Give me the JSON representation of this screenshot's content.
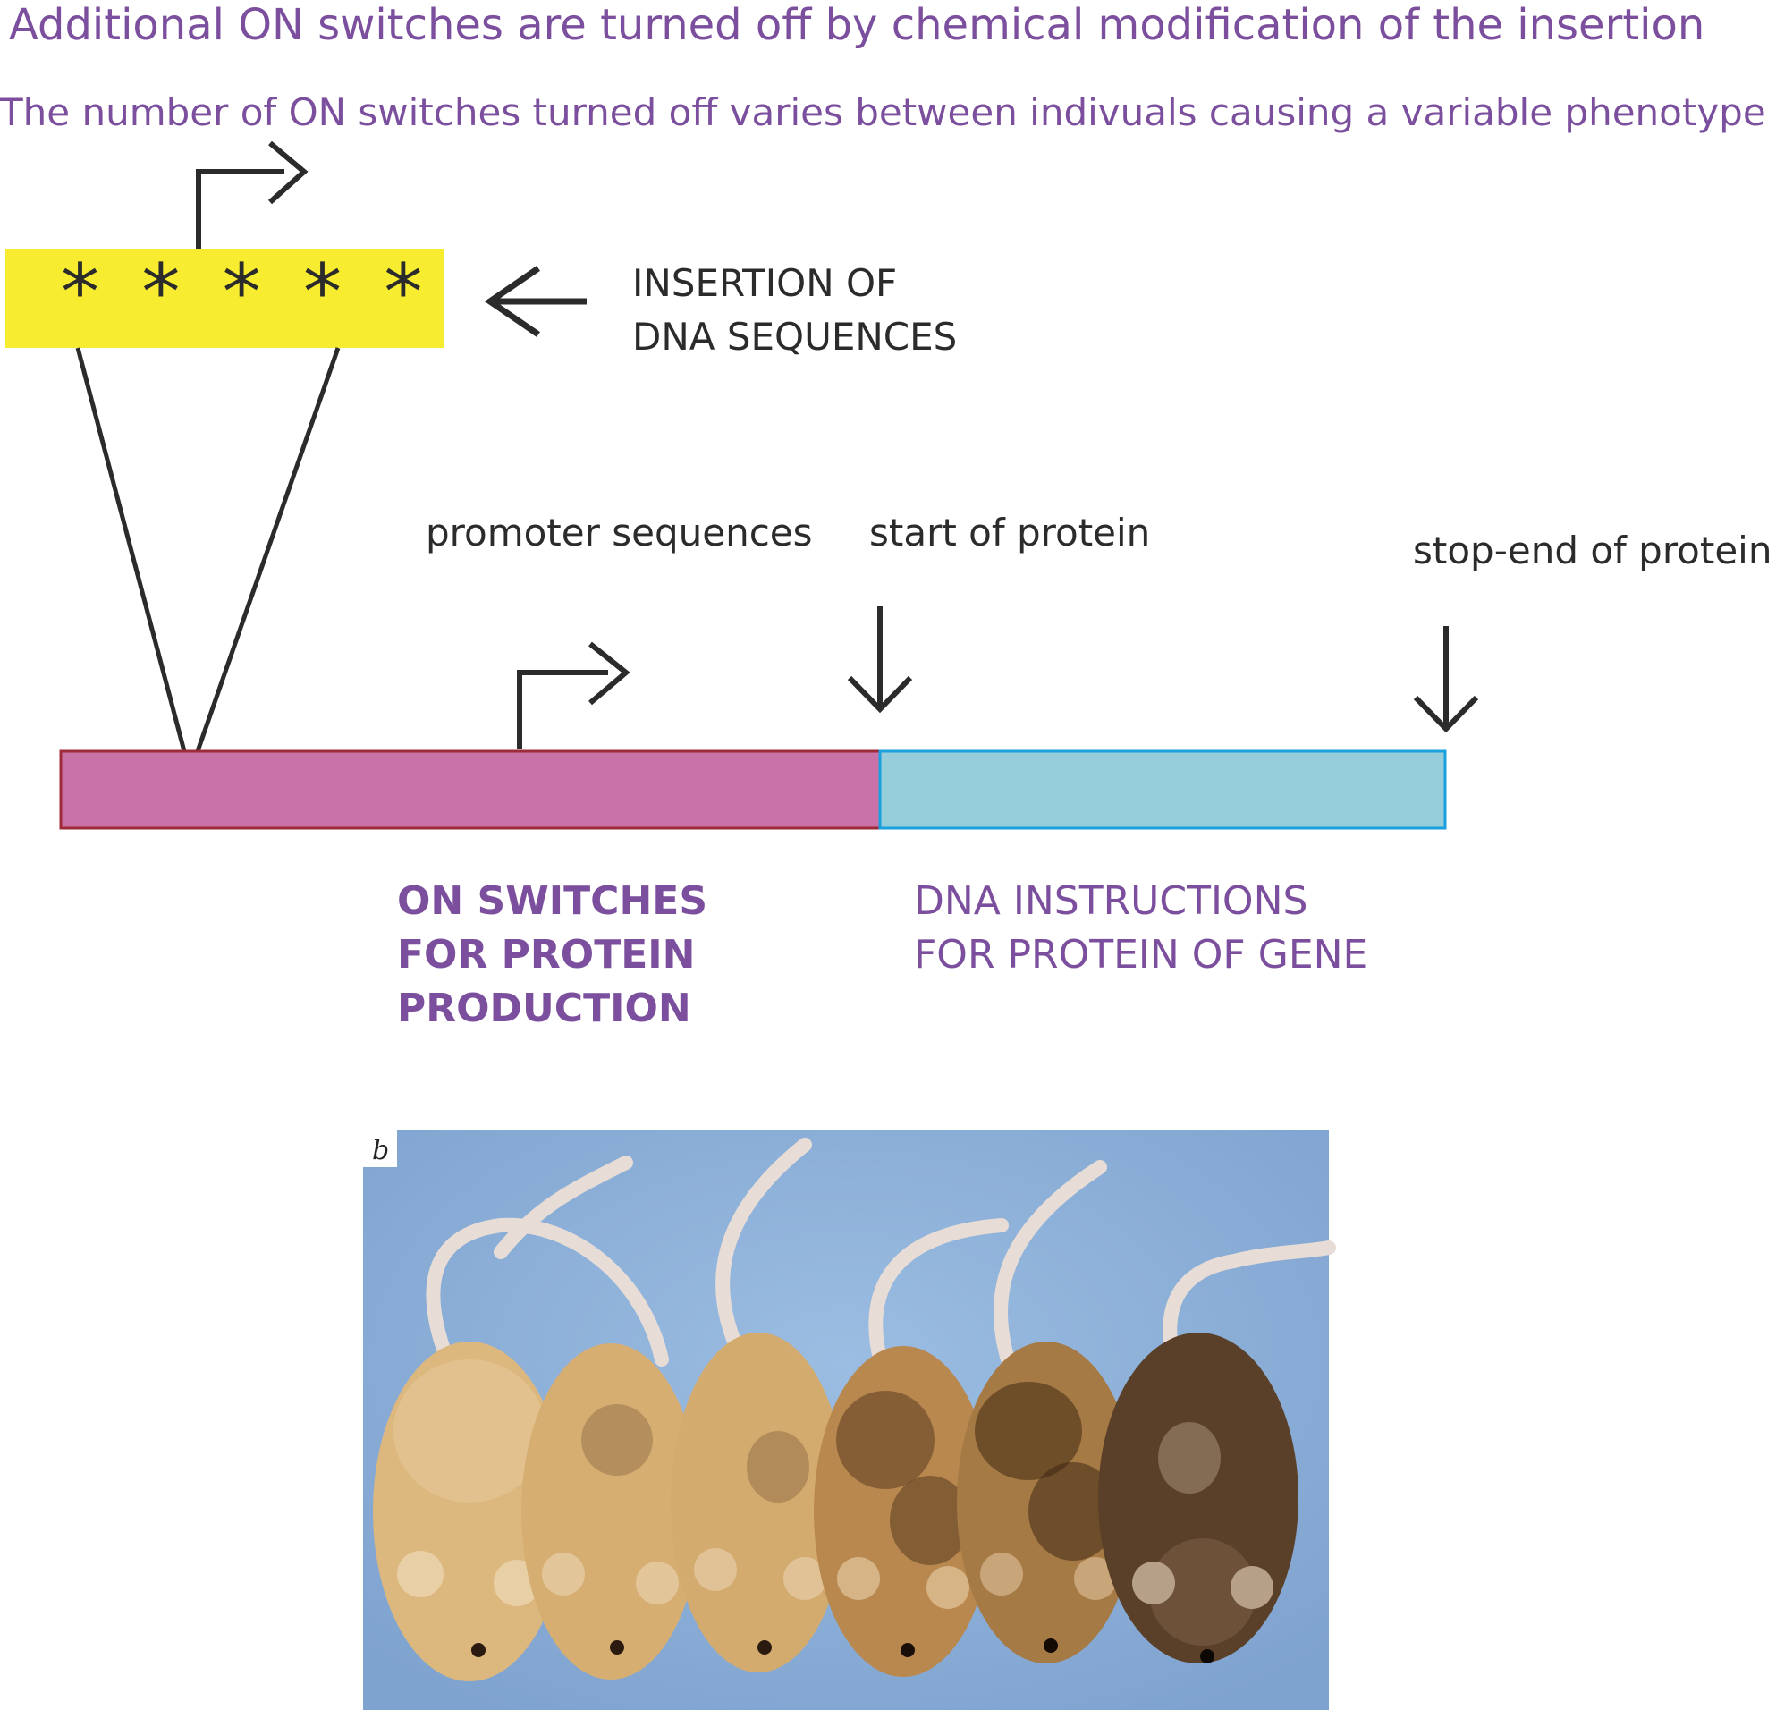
{
  "header": {
    "title": "Additional ON switches are turned off by chemical modification of the insertion",
    "subtitle": "The number of ON switches turned off varies between indivuals causing a variable phenotype"
  },
  "insertion": {
    "asterisks": "* * * * *",
    "label_line1": "INSERTION OF",
    "label_line2": "DNA SEQUENCES"
  },
  "labels": {
    "promoter": "promoter sequences",
    "start": "start of protein",
    "stop": "stop-end of protein"
  },
  "regions": {
    "on_switches_line1": "ON SWITCHES",
    "on_switches_line2": "FOR PROTEIN",
    "on_switches_line3": "PRODUCTION",
    "dna_line1": "DNA  INSTRUCTIONS",
    "dna_line2": "FOR PROTEIN OF GENE"
  },
  "photo": {
    "panel_letter": "b",
    "mice_count": 6
  },
  "colors": {
    "title": "#7b4f9d",
    "insertion_box": "#f7ec2f",
    "promoter_region": "#c872a8",
    "promoter_border": "#9e2a3a",
    "coding_region": "#95cddb",
    "coding_border": "#1aa0dc",
    "photo_background": "#8cb0d9"
  }
}
